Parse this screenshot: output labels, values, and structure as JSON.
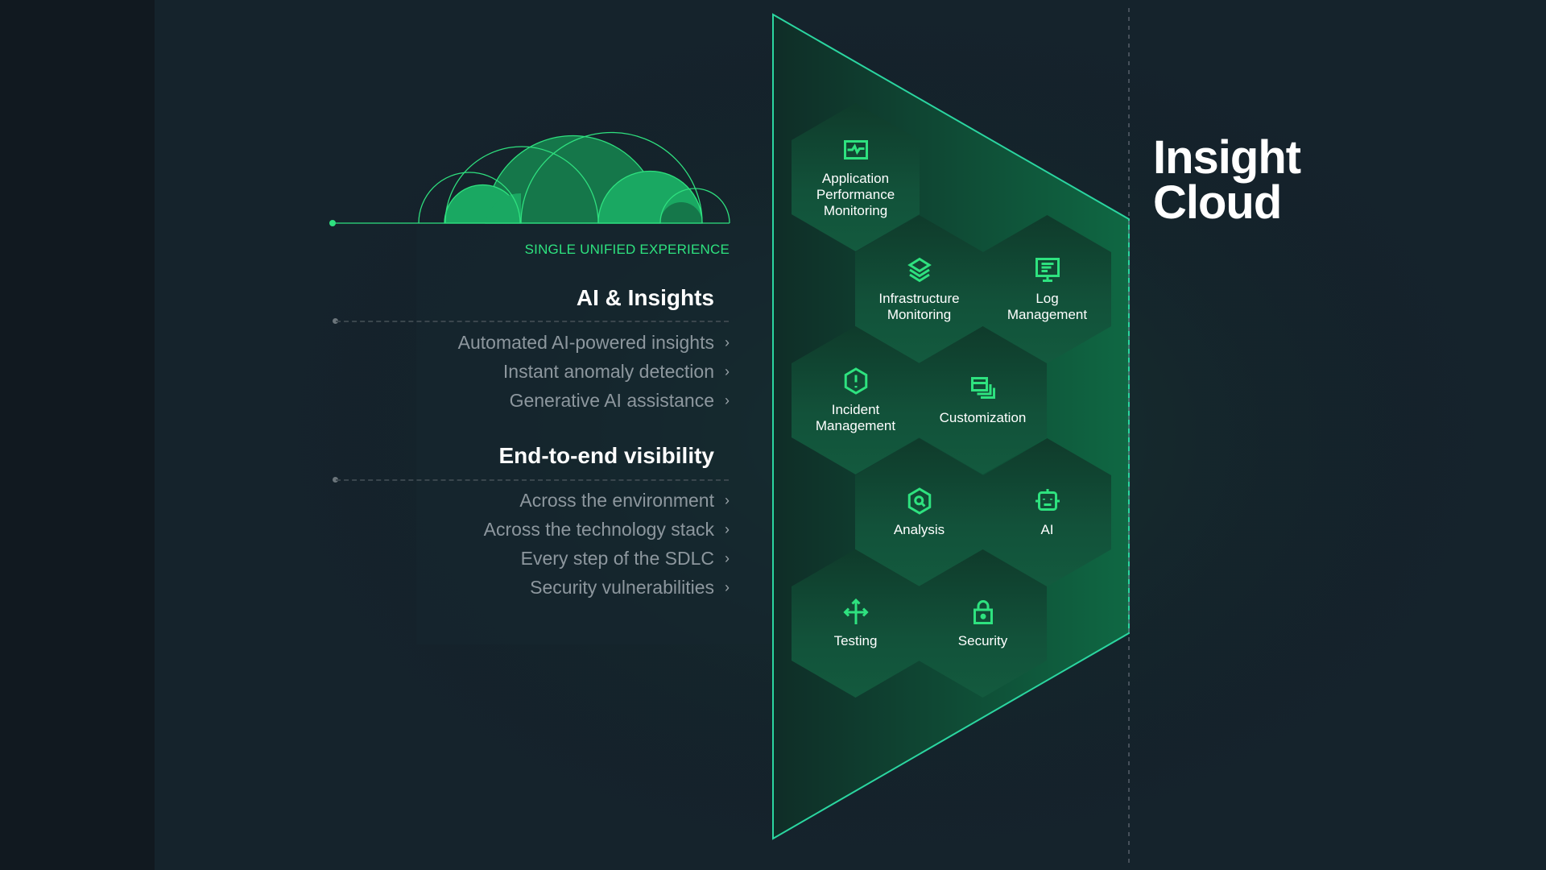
{
  "header": {
    "tag": "SINGLE UNIFIED EXPERIENCE"
  },
  "sections": [
    {
      "title": "AI & Insights",
      "items": [
        "Automated AI-powered insights",
        "Instant anomaly detection",
        "Generative AI assistance"
      ]
    },
    {
      "title": "End-to-end visibility",
      "items": [
        "Across the environment",
        "Across the technology stack",
        "Every step of the SDLC",
        "Security vulnerabilities"
      ]
    }
  ],
  "chevron": "›",
  "product": {
    "title_line1": "Insight",
    "title_line2": "Cloud"
  },
  "modules": [
    {
      "label": "Application Performance Monitoring",
      "icon": "activity-monitor-icon"
    },
    {
      "label": "Infrastructure Monitoring",
      "icon": "layers-icon"
    },
    {
      "label": "Log Management",
      "icon": "monitor-log-icon"
    },
    {
      "label": "Incident Management",
      "icon": "alert-hexagon-icon"
    },
    {
      "label": "Customization",
      "icon": "windows-stack-icon"
    },
    {
      "label": "Analysis",
      "icon": "search-hexagon-icon"
    },
    {
      "label": "AI",
      "icon": "robot-icon"
    },
    {
      "label": "Testing",
      "icon": "arrows-split-icon"
    },
    {
      "label": "Security",
      "icon": "lock-icon"
    }
  ],
  "colors": {
    "accent": "#2ee27f",
    "background": "#121b23",
    "panel_green": "#0e5a3a"
  }
}
